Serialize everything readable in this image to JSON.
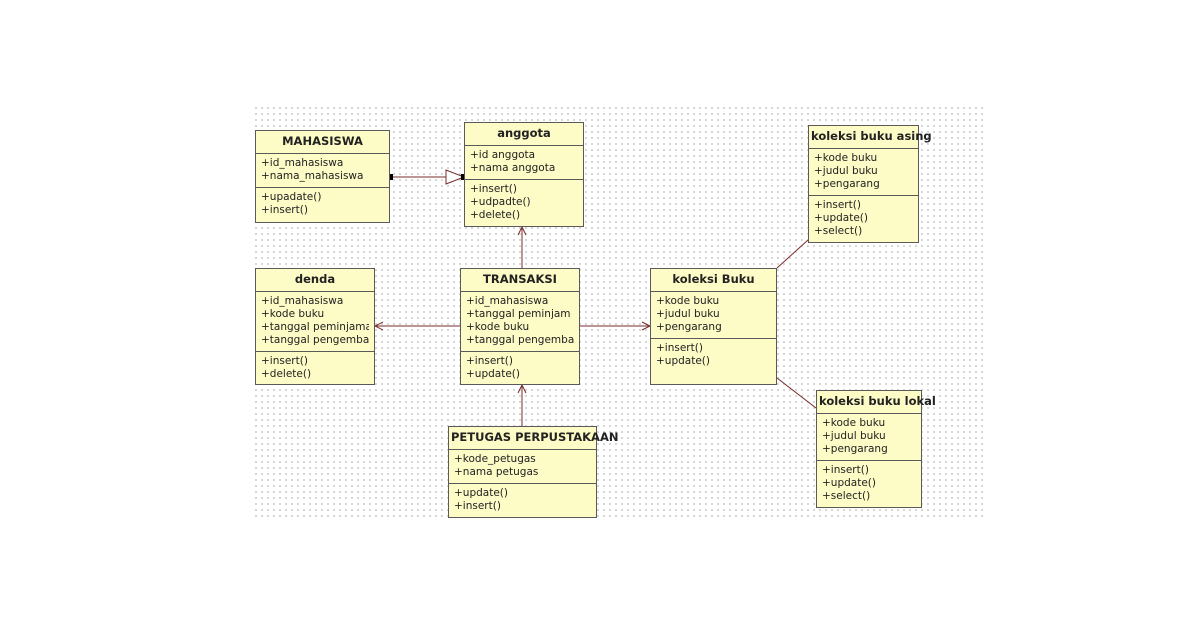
{
  "colors": {
    "class_fill": "#fdfbc6",
    "class_border": "#5a5a5a",
    "connector": "#7a2b2b"
  },
  "classes": {
    "mahasiswa": {
      "name": "MAHASISWA",
      "attributes": [
        "+id_mahasiswa",
        "+nama_mahasiswa"
      ],
      "operations": [
        "+upadate()",
        "+insert()"
      ]
    },
    "anggota": {
      "name": "anggota",
      "attributes": [
        "+id anggota",
        "+nama anggota"
      ],
      "operations": [
        "+insert()",
        "+udpadte()",
        "+delete()"
      ]
    },
    "koleksi_buku_asing": {
      "name": "koleksi buku asing",
      "attributes": [
        "+kode buku",
        "+judul buku",
        "+pengarang"
      ],
      "operations": [
        "+insert()",
        "+update()",
        "+select()"
      ]
    },
    "denda": {
      "name": "denda",
      "attributes": [
        "+id_mahasiswa",
        "+kode buku",
        "+tanggal peminjaman",
        "+tanggal pengembalian"
      ],
      "operations": [
        "+insert()",
        "+delete()"
      ]
    },
    "transaksi": {
      "name": "TRANSAKSI",
      "attributes": [
        "+id_mahasiswa",
        "+tanggal peminjam",
        "+kode buku",
        "+tanggal pengembalian"
      ],
      "operations": [
        "+insert()",
        "+update()"
      ]
    },
    "koleksi_buku": {
      "name": "koleksi Buku",
      "attributes": [
        "+kode buku",
        "+judul buku",
        "+pengarang"
      ],
      "operations": [
        "+insert()",
        "+update()"
      ]
    },
    "koleksi_buku_lokal": {
      "name": "koleksi buku lokal",
      "attributes": [
        "+kode buku",
        "+judul buku",
        "+pengarang"
      ],
      "operations": [
        "+insert()",
        "+update()",
        "+select()"
      ]
    },
    "petugas": {
      "name": "PETUGAS PERPUSTAKAAN",
      "attributes": [
        "+kode_petugas",
        "+nama petugas"
      ],
      "operations": [
        "+update()",
        "+insert()"
      ]
    }
  },
  "relationships": [
    {
      "from": "mahasiswa",
      "to": "anggota",
      "kind": "generalization"
    },
    {
      "from": "transaksi",
      "to": "anggota",
      "kind": "directed-association"
    },
    {
      "from": "transaksi",
      "to": "denda",
      "kind": "directed-association"
    },
    {
      "from": "transaksi",
      "to": "koleksi_buku",
      "kind": "directed-association"
    },
    {
      "from": "petugas",
      "to": "transaksi",
      "kind": "directed-association"
    },
    {
      "from": "koleksi_buku",
      "to": "koleksi_buku_asing",
      "kind": "association"
    },
    {
      "from": "koleksi_buku",
      "to": "koleksi_buku_lokal",
      "kind": "association"
    }
  ]
}
